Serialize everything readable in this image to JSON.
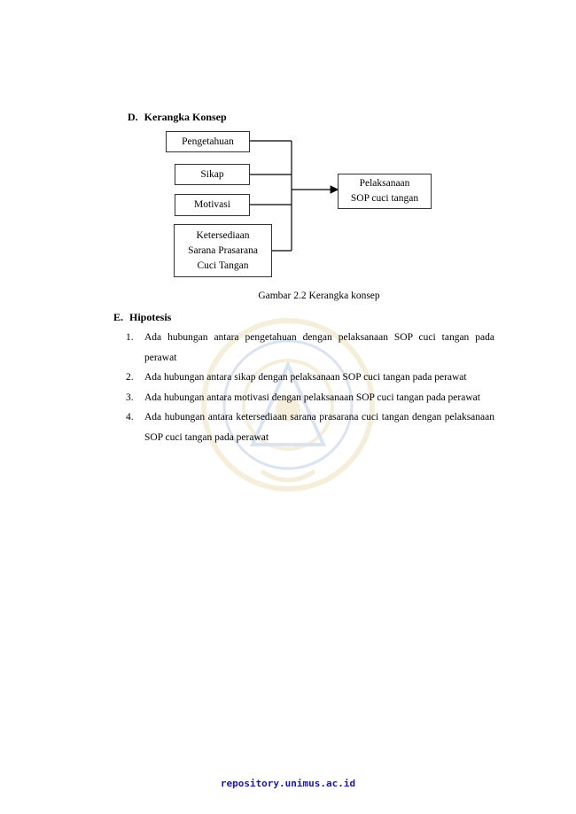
{
  "section_d": {
    "label": "D.",
    "title": "Kerangka Konsep"
  },
  "diagram": {
    "inputs": [
      "Pengetahuan",
      "Sikap",
      "Motivasi",
      "Ketersediaan\nSarana Prasarana\nCuci  Tangan"
    ],
    "output": "Pelaksanaan\nSOP cuci tangan"
  },
  "caption": "Gambar 2.2 Kerangka konsep",
  "section_e": {
    "label": "E.",
    "title": "Hipotesis"
  },
  "hypotheses": [
    {
      "num": "1.",
      "text": "Ada hubungan antara pengetahuan dengan pelaksanaan SOP cuci tangan pada perawat"
    },
    {
      "num": "2.",
      "text": "Ada hubungan antara sikap dengan pelaksanaan SOP cuci tangan pada perawat"
    },
    {
      "num": "3.",
      "text": "Ada hubungan antara motivasi dengan pelaksanaan SOP cuci tangan pada perawat"
    },
    {
      "num": "4.",
      "text": "Ada hubungan antara  ketersediaan sarana prasarana cuci tangan dengan pelaksanaan SOP cuci tangan pada perawat"
    }
  ],
  "footer": "repository.unimus.ac.id",
  "colors": {
    "footer": "#1a1aa8",
    "watermark": "#c9a640"
  }
}
